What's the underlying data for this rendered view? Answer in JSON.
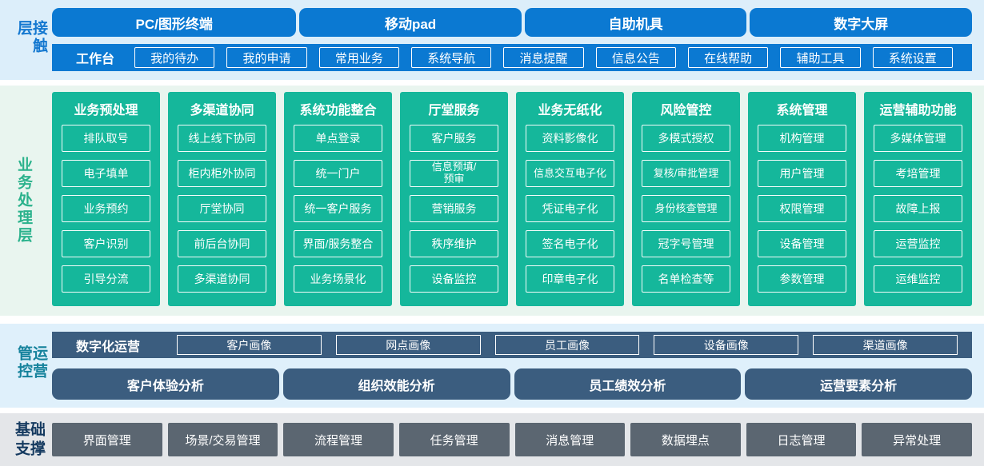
{
  "colors": {
    "blue": "#0b79d2",
    "green": "#15b79b",
    "slate": "#3b5d7f",
    "gray": "#5b6671",
    "contact_bg": "#dceefa",
    "business_bg": "#e9f5ef",
    "ops_bg": "#dff0fb",
    "foundation_bg": "#e4e6e9"
  },
  "contact_layer": {
    "label": "接触层",
    "terminals": [
      "PC/图形终端",
      "移动pad",
      "自助机具",
      "数字大屏"
    ],
    "workbench": {
      "label": "工作台",
      "items": [
        "我的待办",
        "我的申请",
        "常用业务",
        "系统导航",
        "消息提醒",
        "信息公告",
        "在线帮助",
        "辅助工具",
        "系统设置"
      ]
    }
  },
  "business_layer": {
    "label": "业务处理层",
    "columns": [
      {
        "title": "业务预处理",
        "items": [
          "排队取号",
          "电子填单",
          "业务预约",
          "客户识别",
          "引导分流"
        ]
      },
      {
        "title": "多渠道协同",
        "items": [
          "线上线下协同",
          "柜内柜外协同",
          "厅堂协同",
          "前后台协同",
          "多渠道协同"
        ]
      },
      {
        "title": "系统功能整合",
        "items": [
          "单点登录",
          "统一门户",
          "统一客户服务",
          "界面/服务整合",
          "业务场景化"
        ]
      },
      {
        "title": "厅堂服务",
        "items": [
          "客户服务",
          "信息预填/\n预审",
          "营销服务",
          "秩序维护",
          "设备监控"
        ]
      },
      {
        "title": "业务无纸化",
        "items": [
          "资料影像化",
          "信息交互电子化",
          "凭证电子化",
          "签名电子化",
          "印章电子化"
        ]
      },
      {
        "title": "风险管控",
        "items": [
          "多模式授权",
          "复核/审批管理",
          "身份核查管理",
          "冠字号管理",
          "名单检查等"
        ]
      },
      {
        "title": "系统管理",
        "items": [
          "机构管理",
          "用户管理",
          "权限管理",
          "设备管理",
          "参数管理"
        ]
      },
      {
        "title": "运营辅助功能",
        "items": [
          "多媒体管理",
          "考培管理",
          "故障上报",
          "运营监控",
          "运维监控"
        ]
      }
    ]
  },
  "operations_layer": {
    "label": "运营管控",
    "digital_ops": {
      "label": "数字化运营",
      "items": [
        "客户画像",
        "网点画像",
        "员工画像",
        "设备画像",
        "渠道画像"
      ]
    },
    "analysis": [
      "客户体验分析",
      "组织效能分析",
      "员工绩效分析",
      "运营要素分析"
    ]
  },
  "foundation_layer": {
    "label": "基础支撑",
    "items": [
      "界面管理",
      "场景/交易管理",
      "流程管理",
      "任务管理",
      "消息管理",
      "数据埋点",
      "日志管理",
      "异常处理"
    ]
  }
}
